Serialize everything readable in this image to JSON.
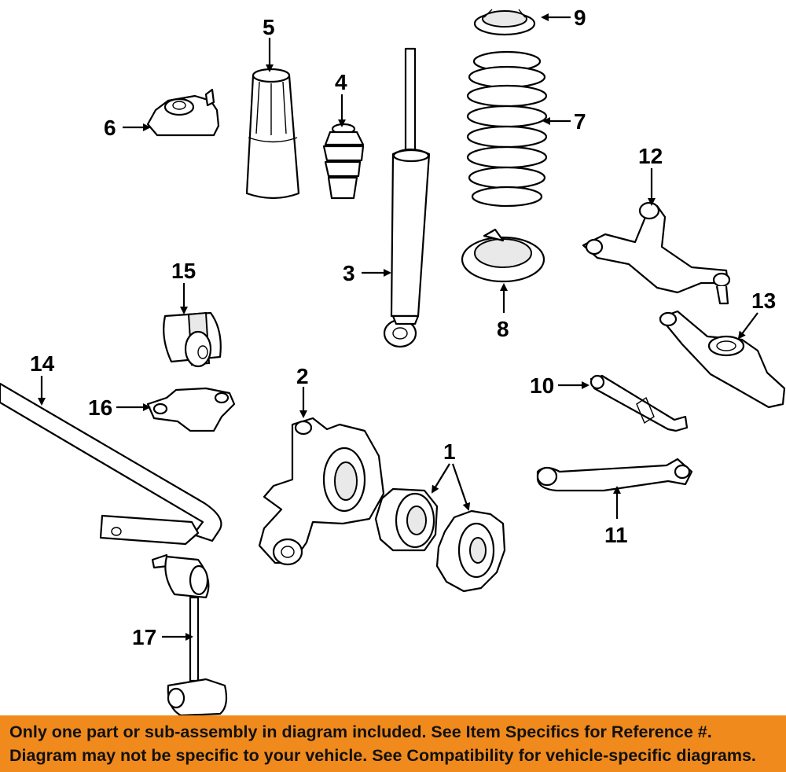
{
  "callouts": {
    "c1": "1",
    "c2": "2",
    "c3": "3",
    "c4": "4",
    "c5": "5",
    "c6": "6",
    "c7": "7",
    "c8": "8",
    "c9": "9",
    "c10": "10",
    "c11": "11",
    "c12": "12",
    "c13": "13",
    "c14": "14",
    "c15": "15",
    "c16": "16",
    "c17": "17"
  },
  "banner": {
    "line1": "Only one part or sub-assembly in diagram included. See Item Specifics for Reference #.",
    "line2": "Diagram may not be specific to your vehicle. See Compatibility for vehicle-specific diagrams."
  },
  "colors": {
    "banner": "#f08a1c",
    "lines": "#000000",
    "background": "#ffffff"
  }
}
